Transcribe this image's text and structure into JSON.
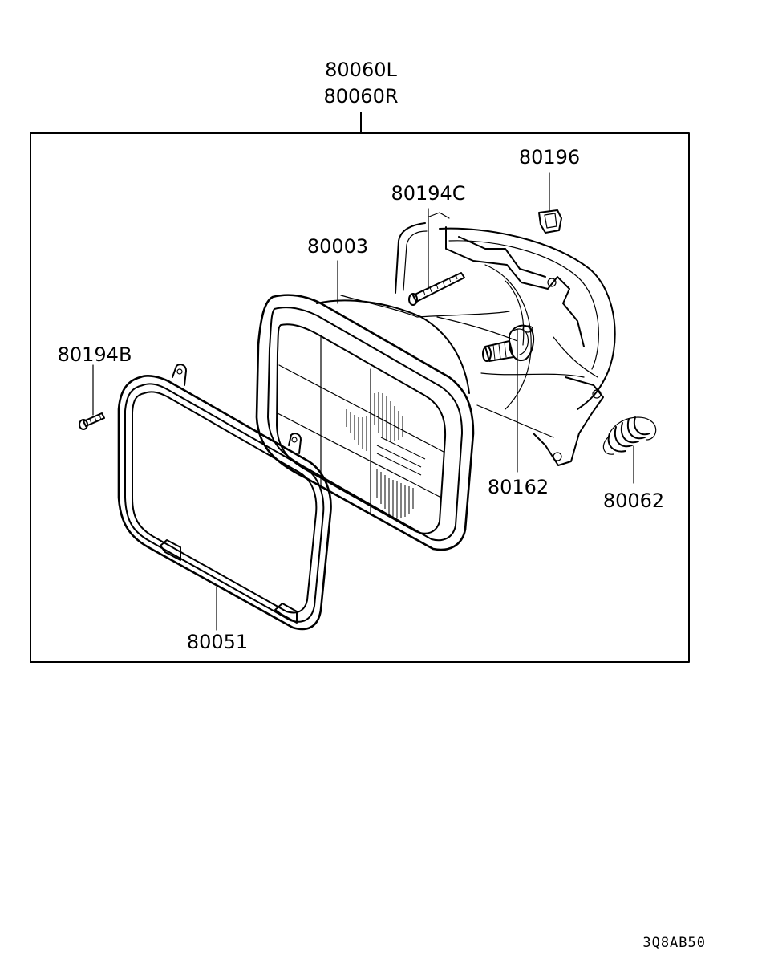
{
  "labels": {
    "assembly_left": "80060L",
    "assembly_right": "80060R",
    "bracket_bolt": "80194C",
    "clip_nut": "80196",
    "headlamp_unit": "80003",
    "screw": "80194B",
    "bulb": "80162",
    "spring": "80062",
    "bezel_frame": "80051"
  },
  "diagram_code": "3Q8AB50"
}
